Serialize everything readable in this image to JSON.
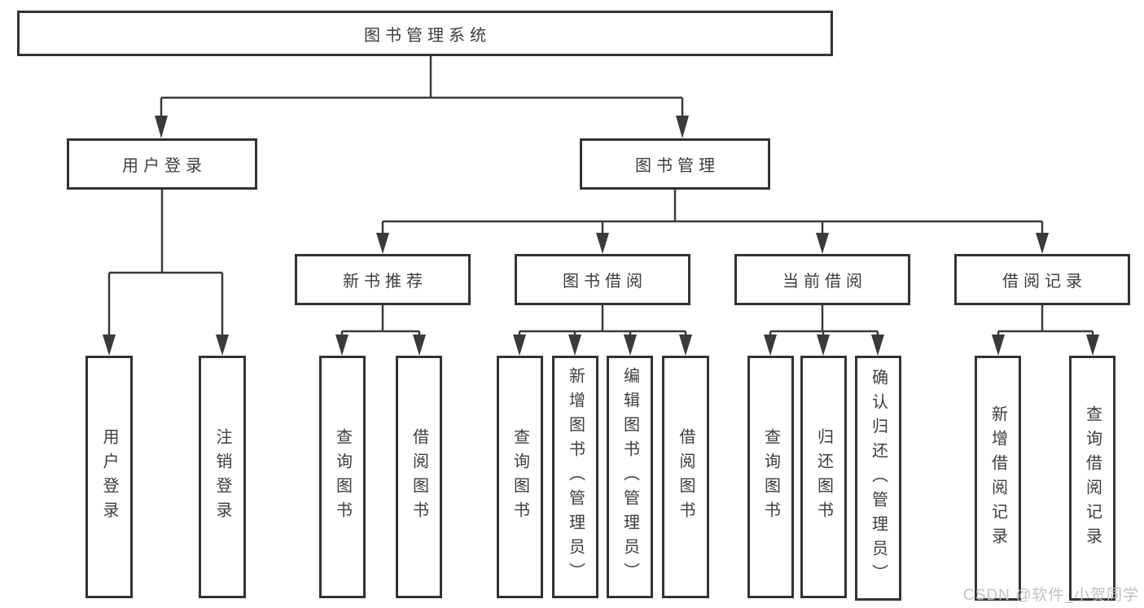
{
  "diagram": {
    "root": "图书管理系统",
    "user_login": {
      "label": "用户登录",
      "children": [
        "用户登录",
        "注销登录"
      ]
    },
    "book_mgmt": {
      "label": "图书管理",
      "sections": [
        {
          "label": "新书推荐",
          "children": [
            "查询图书",
            "借阅图书"
          ]
        },
        {
          "label": "图书借阅",
          "children": [
            "查询图书",
            "新增图书（管理员）",
            "编辑图书（管理员）",
            "借阅图书"
          ]
        },
        {
          "label": "当前借阅",
          "children": [
            "查询图书",
            "归还图书",
            "确认归还（管理员）"
          ]
        },
        {
          "label": "借阅记录",
          "children": [
            "新增借阅记录",
            "查询借阅记录"
          ]
        }
      ]
    }
  },
  "watermark": "CSDN @软件_小贺同学",
  "colors": {
    "box_border": "#333333",
    "line": "#3a3a3a",
    "text": "#3d3d3d",
    "watermark": "#bebebe",
    "background": "#ffffff"
  }
}
